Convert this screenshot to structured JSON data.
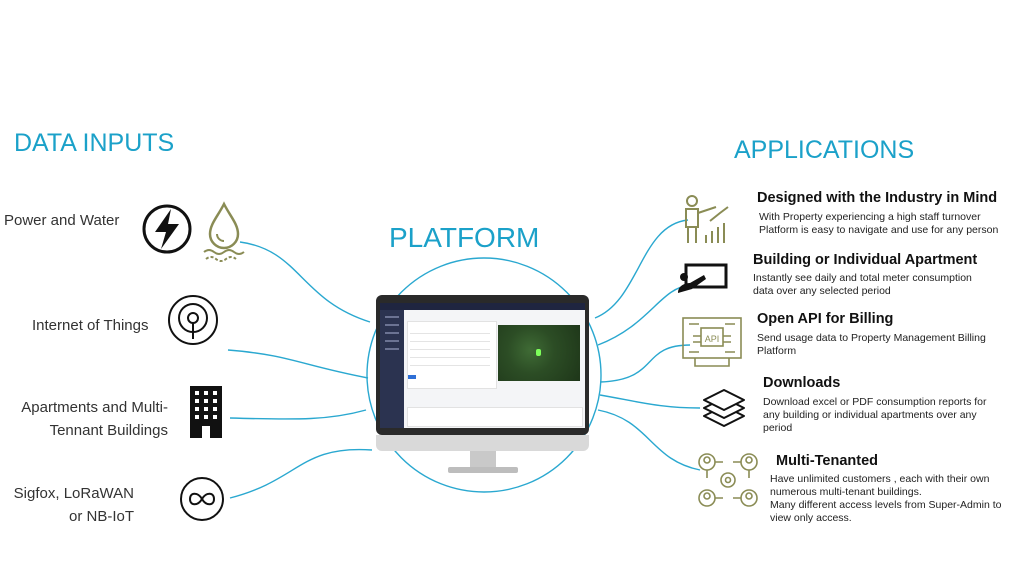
{
  "headings": {
    "data_inputs": "DATA INPUTS",
    "applications": "APPLICATIONS",
    "platform": "PLATFORM"
  },
  "inputs": [
    {
      "label": "Power and Water",
      "icons": [
        "lightning-icon",
        "water-drop-icon"
      ]
    },
    {
      "label": "Internet  of Things",
      "icons": [
        "broadcast-icon"
      ]
    },
    {
      "label_line1": "Apartments and Multi-",
      "label_line2": "Tennant Buildings",
      "icons": [
        "building-icon"
      ]
    },
    {
      "label_line1": "Sigfox, LoRaWAN",
      "label_line2": "or NB-IoT",
      "icons": [
        "infinity-icon"
      ]
    }
  ],
  "applications": [
    {
      "title": "Designed with the Industry in Mind",
      "desc_line1": "With Property experiencing a high staff turnover",
      "desc_line2": "Platform is easy to navigate and use for any person",
      "icon": "presenter-chart-icon"
    },
    {
      "title": "Building or Individual Apartment",
      "desc_line1": "Instantly see daily and total meter consumption",
      "desc_line2": "data over any selected period",
      "icon": "whiteboard-icon"
    },
    {
      "title": "Open API for Billing",
      "desc_line1": "Send usage data to Property Management Billing",
      "desc_line2": "Platform",
      "icon": "api-chip-icon"
    },
    {
      "title": "Downloads",
      "desc_line1": "Download excel or PDF consumption reports for",
      "desc_line2": "any building or individual apartments over any",
      "desc_line3": "period",
      "icon": "layers-icon"
    },
    {
      "title": "Multi-Tenanted",
      "desc_line1": "Have unlimited customers , each with their own",
      "desc_line2": "numerous multi-tenant  buildings.",
      "desc_line3": "Many different access levels from Super-Admin to",
      "desc_line4": "view only access.",
      "icon": "users-network-icon"
    }
  ],
  "colors": {
    "accent": "#1ba1c9",
    "line": "#2aa8d0",
    "icon_olive": "#8a8c55"
  }
}
